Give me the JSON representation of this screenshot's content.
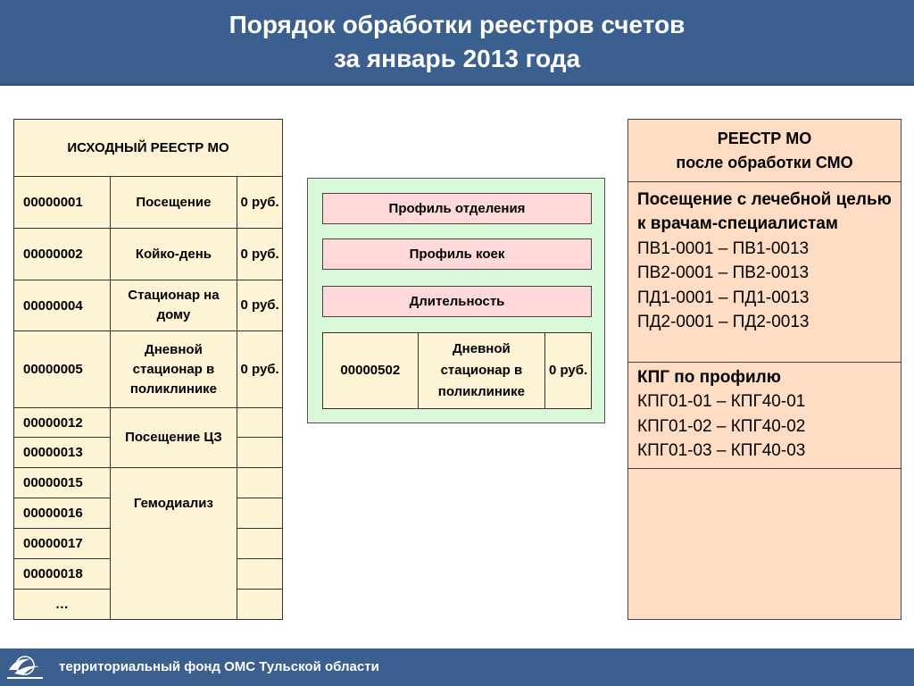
{
  "header": {
    "title_line1": "Порядок обработки реестров счетов",
    "title_line2": "за январь 2013 года"
  },
  "left_table": {
    "title": "ИСХОДНЫЙ РЕЕСТР МО",
    "rows": [
      {
        "code": "00000001",
        "name": "Посещение",
        "amount": "0 руб."
      },
      {
        "code": "00000002",
        "name": "Койко-день",
        "amount": "0 руб."
      },
      {
        "code": "00000004",
        "name": "Стационар на дому",
        "amount": "0 руб."
      },
      {
        "code": "00000005",
        "name": "Дневной стационар в поликлинике",
        "amount": "0 руб."
      },
      {
        "code": "00000012",
        "name": "Посещение ЦЗ",
        "amount": ""
      },
      {
        "code": "00000013",
        "name": "",
        "amount": ""
      },
      {
        "code": "00000015",
        "name": "Гемодиализ",
        "amount": ""
      },
      {
        "code": "00000016",
        "name": "",
        "amount": ""
      },
      {
        "code": "00000017",
        "name": "",
        "amount": ""
      },
      {
        "code": "00000018",
        "name": "",
        "amount": ""
      },
      {
        "code": "…",
        "name": "",
        "amount": ""
      }
    ]
  },
  "middle_panel": {
    "boxes": [
      "Профиль отделения",
      "Профиль коек",
      "Длительность"
    ],
    "result": {
      "code": "00000502",
      "name": "Дневной стационар в поликлинике",
      "amount": "0 руб."
    }
  },
  "right_panel": {
    "head_line1": "РЕЕСТР МО",
    "head_line2": "после обработки СМО",
    "section1": {
      "title": "Посещение с лечебной целью к врачам-специалистам",
      "lines": [
        "ПВ1-0001 – ПВ1-0013",
        "ПВ2-0001 – ПВ2-0013",
        "ПД1-0001 – ПД1-0013",
        "ПД2-0001 – ПД2-0013"
      ]
    },
    "section2": {
      "title": "КПГ по профилю",
      "lines": [
        "КПГ01-01 – КПГ40-01",
        "КПГ01-02 – КПГ40-02",
        "КПГ01-03 – КПГ40-03"
      ]
    }
  },
  "footer": {
    "text": "территориальный фонд ОМС Тульской области",
    "logo_icon": "tfoms-logo-icon"
  },
  "colors": {
    "header_bg": "#3b5f8e",
    "table_bg": "#fff3d6",
    "green_panel": "#d9f7d9",
    "pink_box": "#ffd9d9",
    "right_panel": "#ffdcc4"
  }
}
